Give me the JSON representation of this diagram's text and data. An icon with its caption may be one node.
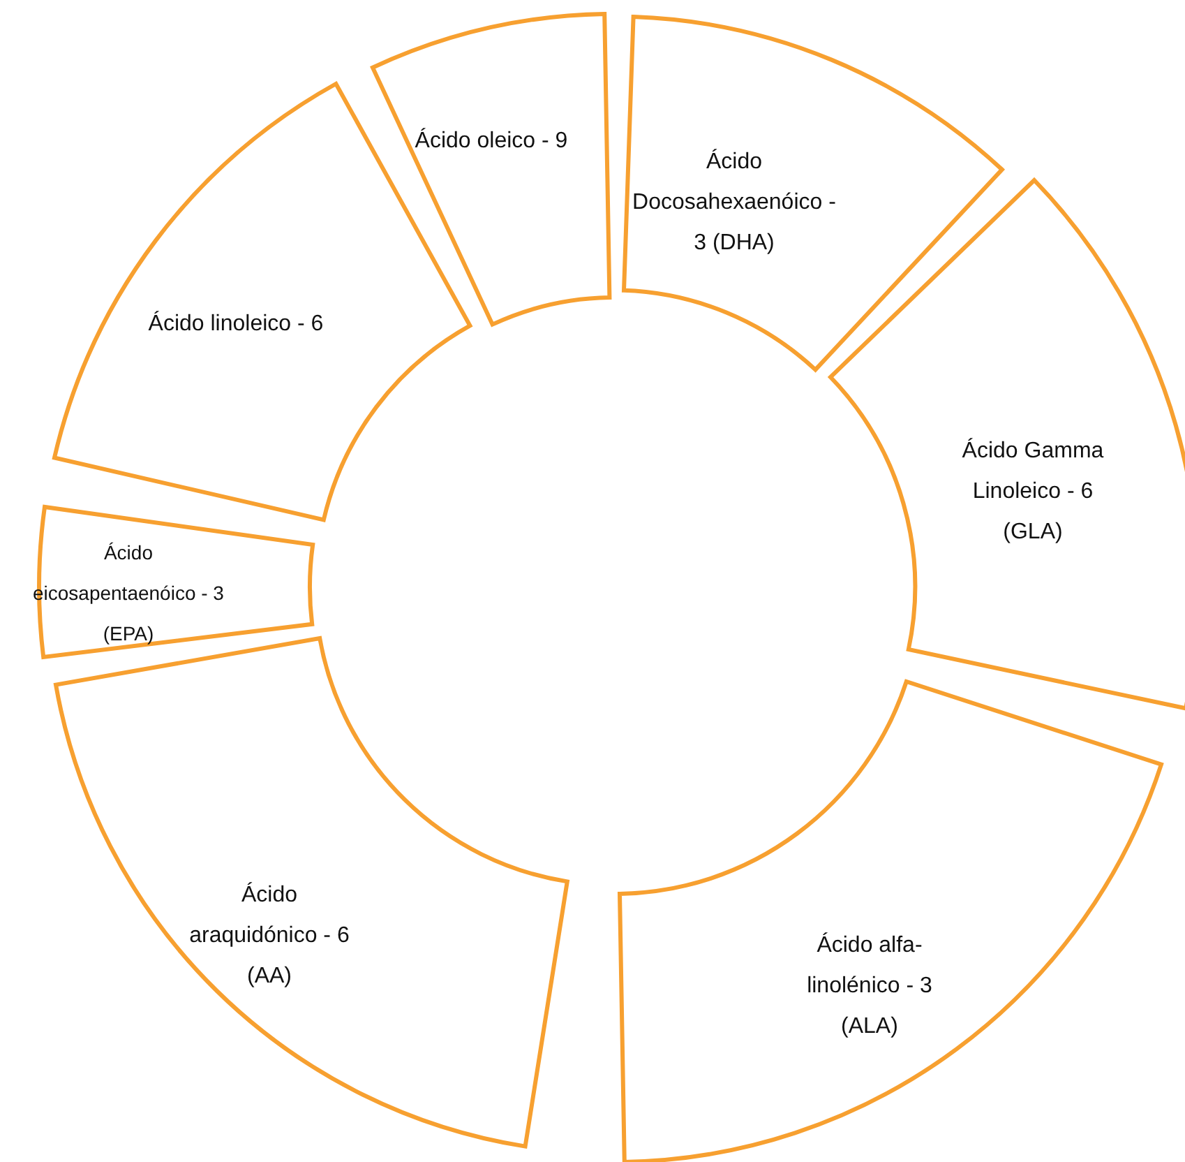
{
  "diagram": {
    "nodes": [
      {
        "text": [
          "Ácido oleico - 9"
        ]
      },
      {
        "text": [
          "Ácido Docosahexaenóico - 3 (DHA)"
        ]
      },
      {
        "text": [
          "Ácido Gamma Linoleico - 6 (GLA)"
        ]
      },
      {
        "text": [
          "Ácido alfa-linolénico - 3 (ALA)"
        ]
      },
      {
        "text": [
          "Ácido araquidónico - 6 (AA)"
        ]
      },
      {
        "text": [
          "Ácido eicosapentaenóico - 3 (EPA)"
        ]
      },
      {
        "text": [
          "Ácido linoleico - 6"
        ]
      }
    ]
  }
}
